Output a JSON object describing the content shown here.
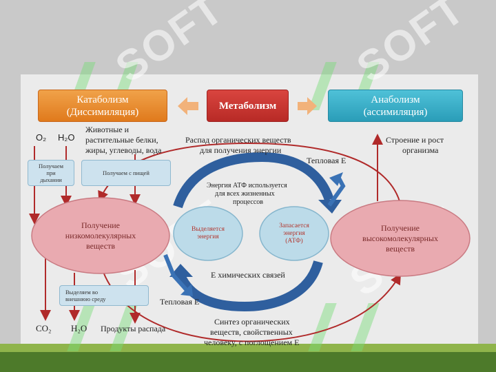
{
  "catabolism": {
    "line1": "Катаболизм",
    "line2": "(Диссимиляция)"
  },
  "metabolism": {
    "label": "Метаболизм"
  },
  "anabolism": {
    "line1": "Анаболизм",
    "line2": "(ассимиляция)"
  },
  "inputs": {
    "o2": "O₂",
    "h2o": "H₂O",
    "food_line1": "Животные и",
    "food_line2": "растительные белки,",
    "food_line3": "жиры, углеводы, вода"
  },
  "small_boxes": {
    "breathing": [
      "Получаем",
      "при",
      "дыхании"
    ],
    "food": "Получаем с пищей",
    "excrete": [
      "Выделяем во",
      "внешнюю среду"
    ]
  },
  "labels": {
    "breakdown_line1": "Распад органических веществ",
    "breakdown_line2": "для получения энергии",
    "heat_top": "Тепловая Е",
    "heat_bottom": "Тепловая Е",
    "atp_line1": "Энергия АТФ используется",
    "atp_line2": "для всех жизненных",
    "atp_line3": "процессов",
    "chem_bonds": "Е химических связей",
    "structure_line1": "Строение и рост",
    "structure_line2": "организма",
    "synthesis_line1": "Синтез органических",
    "synthesis_line2": "веществ, свойственных",
    "synthesis_line3": "человеку, с поглощением Е"
  },
  "circles": {
    "low_mol": [
      "Получение",
      "низкомолекулярных",
      "веществ"
    ],
    "high_mol": [
      "Получение",
      "высокомолекулярных",
      "веществ"
    ],
    "released": [
      "Выделяется",
      "энергия"
    ],
    "stored": [
      "Запасается",
      "энергия",
      "(АТФ)"
    ]
  },
  "outputs": {
    "co2": "CO₂",
    "h2o": "H₂O",
    "products": "Продукты распада"
  },
  "watermark": "SOFT",
  "colors": {
    "catabolism": "#e8861f",
    "metabolism": "#c0332c",
    "anabolism": "#36acc6",
    "arrow_red": "#b02a2a",
    "arrow_blue": "#2f5f9e",
    "band_green": "#4d7a2a"
  }
}
